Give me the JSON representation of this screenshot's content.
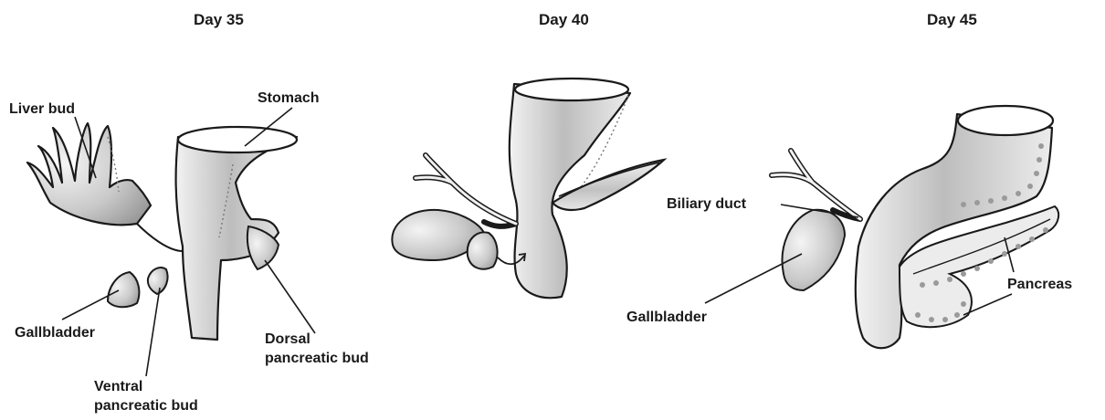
{
  "panels": [
    {
      "title": "Day 35",
      "labels": {
        "liver_bud": "Liver bud",
        "stomach": "Stomach",
        "gallbladder": "Gallbladder",
        "ventral_line1": "Ventral",
        "ventral_line2": "pancreatic bud",
        "dorsal_line1": "Dorsal",
        "dorsal_line2": "pancreatic bud"
      }
    },
    {
      "title": "Day 40",
      "labels": {}
    },
    {
      "title": "Day 45",
      "labels": {
        "biliary_duct": "Biliary duct",
        "gallbladder": "Gallbladder",
        "pancreas": "Pancreas"
      }
    }
  ]
}
